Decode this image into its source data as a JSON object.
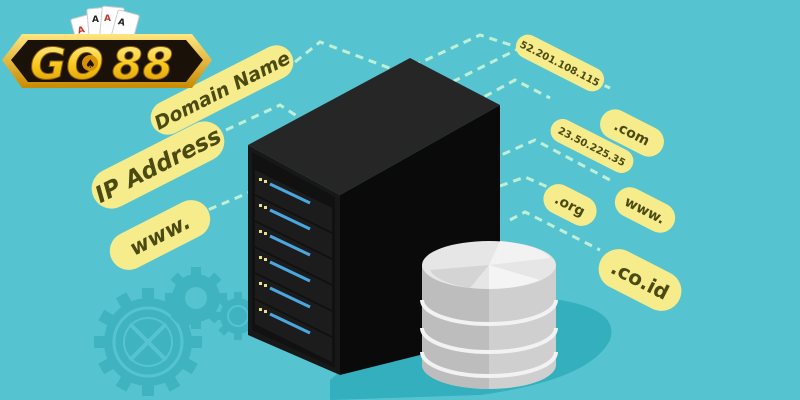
{
  "logo": {
    "text_go": "GO",
    "text_88": "88",
    "cards": [
      "A",
      "A",
      "A",
      "A"
    ]
  },
  "labels": {
    "domain_name": "Domain Name",
    "ip_address": "IP Address",
    "www_left": "www.",
    "ip_1": "52.201.108.115",
    "com": ".com",
    "ip_2": "23.50.225.35",
    "org": ".org",
    "www_right": "www.",
    "co_id": ".co.id"
  },
  "colors": {
    "background": "#56c4d0",
    "label_fill": "#f7ec8c",
    "label_text": "#4a4a12",
    "dash_line": "#bff0d6",
    "server_body": "#1a1a1a",
    "server_led": "#e8e08a",
    "server_bar": "#4aa8e0",
    "database": "#dcdcdc",
    "gear": "#3fb4c0",
    "shadow": "#2aaab8",
    "logo_gold": "#f5c21a",
    "logo_dark": "#1a1208"
  }
}
